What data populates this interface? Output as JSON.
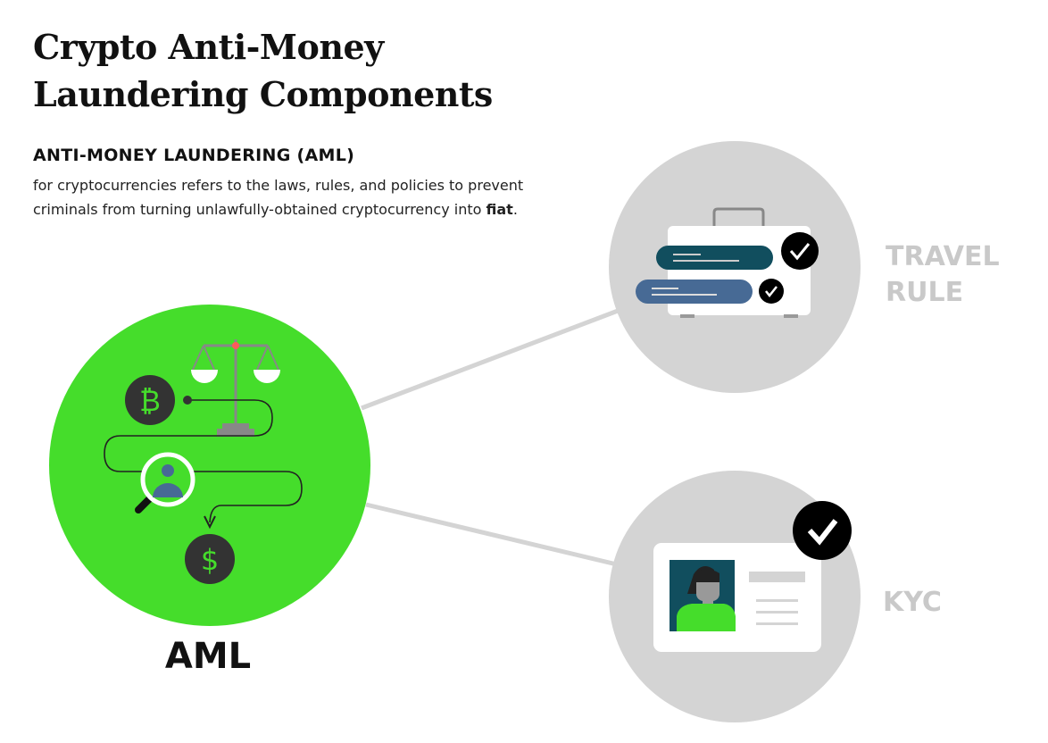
{
  "title_line1": "Crypto Anti-Money",
  "title_line2": "Laundering Components",
  "subheading": "ANTI-MONEY LAUNDERING (AML)",
  "description": {
    "line1": "for cryptocurrencies refers to the laws, rules, and policies to prevent",
    "line2_prefix": "criminals from turning unlawfully-obtained cryptocurrency into ",
    "line2_bold": "fiat",
    "line2_suffix": "."
  },
  "nodes": {
    "aml": {
      "label": "AML",
      "color": "#45DD2B"
    },
    "travel_rule": {
      "label_line1": "TRAVEL",
      "label_line2": "RULE",
      "color": "#D4D4D4"
    },
    "kyc": {
      "label": "KYC",
      "color": "#D4D4D4"
    }
  },
  "icons": {
    "bitcoin": "₿",
    "dollar": "$"
  }
}
